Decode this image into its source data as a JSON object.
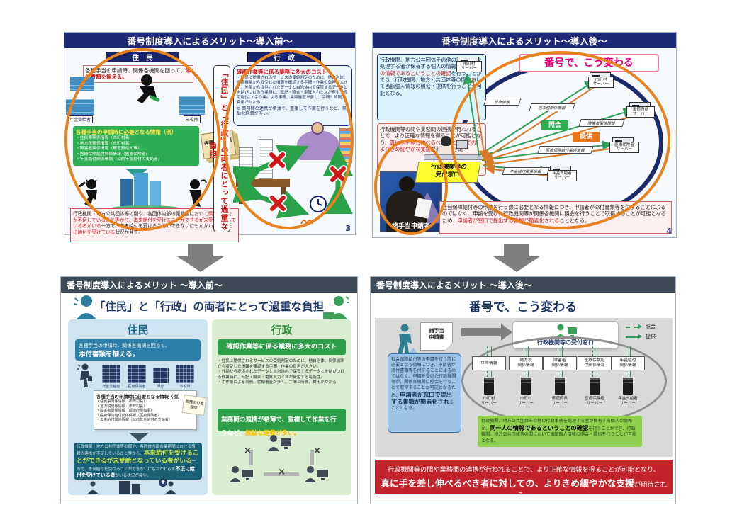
{
  "icons": {
    "cross": "×",
    "yen": "¥",
    "prohibit": "⊘"
  },
  "colors": {
    "accent_orange_ellipse": "#E8821E",
    "title_navy": "#1E2A78",
    "bottom_header_gray": "#3E4A56",
    "query_green": "#2EAE52",
    "provide_orange": "#E8751A",
    "red_banner": "#C3242B",
    "highlight_lime": "#C9E54D",
    "highlight_amber": "#FFC000",
    "blue_bubble": "#9DC3E6",
    "green_note": "#8FD14F"
  },
  "s_tl": {
    "title": "番号制度導入によるメリット～導入前～",
    "page": "3",
    "res_hdr": "住　民",
    "gov_hdr": "行　政",
    "callout_a": "各種手当の申請時、関係各機関を回って、",
    "callout_b": "添付書類を揃える。",
    "lbl_pension": "年金受給者",
    "lbl_cityhall": "市役所",
    "info_title": "各種手当の申請時に必要となる情報（例）",
    "info_items": [
      "・住民票関係情報（市町村長）",
      "・地方税関係情報（市町村長）",
      "・障害者関係情報（都道府県知事）",
      "・医療保険給付関係情報（医療保険者）",
      "・年金給付関係情報（公的年金給付の支給者）"
    ],
    "docs_note": "各種添付書類等",
    "pink_a": "行政機関・地方公共団体等の間や、各団体内部の業務間において",
    "pink_b": "情報の連携が不足していること等から、本来給付を受けることができるが未受給となっている者がいる",
    "pink_c": "一方で、本来給付を受けることができないにもかかわらず",
    "pink_d": "不正に給付を受けている",
    "pink_e": "状況が発生。",
    "vertical": "「住民」と「行政」の両者にとって過重な負担",
    "cost_title": "確認作業等に係る業務に多大のコスト",
    "cost_body": "・住民に提供されるサービスの受給判定のために、他自治体、関係機関から収受した情報を確認する手間・作業の負担が大きい。外部から提供されたデータと自治体内で保管するデータとを結びつける作業時に、転記・照合・電算入力ミスが発生する可能性。・手作業による事務、書類審査が多く、手間と時間、費用がかかる。",
    "waste": "業務間の連携が希薄で、重複して作業を行うなど、無駄な経費が多い。"
  },
  "s_tr": {
    "title": "番号制度導入によるメリット～導入後～",
    "page": "4",
    "banner": "番号で、こう変わる",
    "blue_a": "行政機関、地方公共団体その他の行政事務を処理する者が保有する個人の情報が、",
    "blue_b": "同一人の情報であるということの確認",
    "blue_c": "を行うことができ、行政機関、地方公共団体等の間において当該個人情報の照会・提供を行うことが可能となる。",
    "pink_a": "行政機関等の間や業務間の連携が行われることで、より正確な情報を得ることが可能となり、",
    "pink_b": "真に手を差し伸べるべき者に対しての、よりきめ細やかな支援",
    "pink_c": "が期待される。",
    "photo_label": "諸手当申請者",
    "reception": "行政機関等の\n受付窓口",
    "legend_query": "照会",
    "legend_provide": "提供",
    "para": [
      "世帯情報",
      "地方税関係情報",
      "障害者関係情報",
      "医療保険給付関係情報",
      "年金給付関係情報"
    ],
    "servers": [
      "市町村\nサーバー",
      "市町村\nサーバー",
      "都道府県\nサーバー",
      "医療保険者\nサーバー",
      "年金支給者\nサーバー"
    ],
    "bottom_a": "社会保障給付等の申請を行う際に必要となる情報につき、申請者が添付書類等を付することによるのではなく、申請を受けた行政機関等が関係各機関に照会を行うことで取得することが可能となるため、",
    "bottom_b": "申請者が窓口で提出する書類が簡素化される",
    "bottom_c": "こととなる。"
  },
  "s_bl": {
    "header": "番号制度導入によるメリット ～導入前～",
    "title": "「住民」と「行政」の両者にとって過重な負担",
    "res": {
      "hdr": "住民",
      "box1": "各種手当の申請時、関係各機関を回って、",
      "box2": "添付書類を揃える。",
      "bldgs": [
        "年金支給者",
        "医療保険者",
        "県庁",
        "市役所"
      ],
      "info_title": "各種手当の申請時に必要となる情報（例）",
      "info_items": [
        "・住民票関係情報（市町村長）",
        "・地方税関係情報（市町村長）",
        "・障害者関係情報（都道府県知事）",
        "・医療保険給付関係情報（医療保険者）",
        "・年金給付関係情報（公的年金給付の支給者）"
      ],
      "docs_note": "各種添付書類等",
      "dark_a": "行政機関・地方公共団体等の間や、各団体内部の業務間における情報の連携が不足していること等から、",
      "dark_b": "本来給付を受けることができるが未受給となっている者がいる",
      "dark_c": "一方で、本来給付を受けることができないにもかかわらず",
      "dark_d": "不正に給付を受けている者",
      "dark_e": "がいる状況が発生。"
    },
    "gov": {
      "hdr": "行政",
      "cost_title": "確認作業等に係る業務に多大のコスト",
      "bullets": [
        "・住民に提供されるサービスの受給判定のために、他自治体、関係機関から収受した情報を確認する手間・作業の負担が大きい。",
        "・外部から提供されたデータと自治体内で保管するデータとを結びつける作業時に、転記・照合・電算入力ミスが発生する可能性。",
        "・手作業による事務、書類審査が多く、手間と時間、費用がかかる"
      ],
      "waste_a": "業務間の連携が希薄で、重複して作業を行うなど、",
      "waste_b": "無駄な経費が多い。"
    }
  },
  "s_br": {
    "header": "番号制度導入によるメリット ～導入後～",
    "title": "番号で、こう変わる",
    "doc_label": "諸手当\n申請書",
    "reception": "行政機関等の受付窓口",
    "legend_query": "照会",
    "legend_provide": "提供",
    "info_labels": [
      "世帯情報",
      "地方税\n関係情報",
      "障害者\n関係情報",
      "医療保険給\n付関係情報",
      "年金給付\n関係情報"
    ],
    "servers": [
      "市町村\nサーバー",
      "市町村\nサーバー",
      "都道府県\nサーバー",
      "医療保険者\nサーバー",
      "年金支給者\nサーバー"
    ],
    "blue_a": "社会保障給付等の申請を行う際に必要となる情報につき、申請者が添付書類等を付することによるのではなく、申請を受けた行政機関等が、関係各機関に照会を行うことで取得することが可能となるため、",
    "blue_b": "申請者が窓口で提出する書類が簡素化され",
    "blue_c": "ることとなる。",
    "green_a": "行政機関、地方公共団体その他の行政事務を処理する者が保有する個人の情報が、",
    "green_b": "同一人の情報であるということの確認",
    "green_c": "を行うことができ、行政機関、地方公共団体等の間において当該個人情報の照会・提供を行うことが可能となる。",
    "red_a": "行政機関等の間や業務間の連携が行われることで、より正確な情報を得ることが可能となり、",
    "red_b": "真に手を差し伸べるべき者に対しての、よりきめ細やかな支援",
    "red_c": "が期待される。"
  }
}
